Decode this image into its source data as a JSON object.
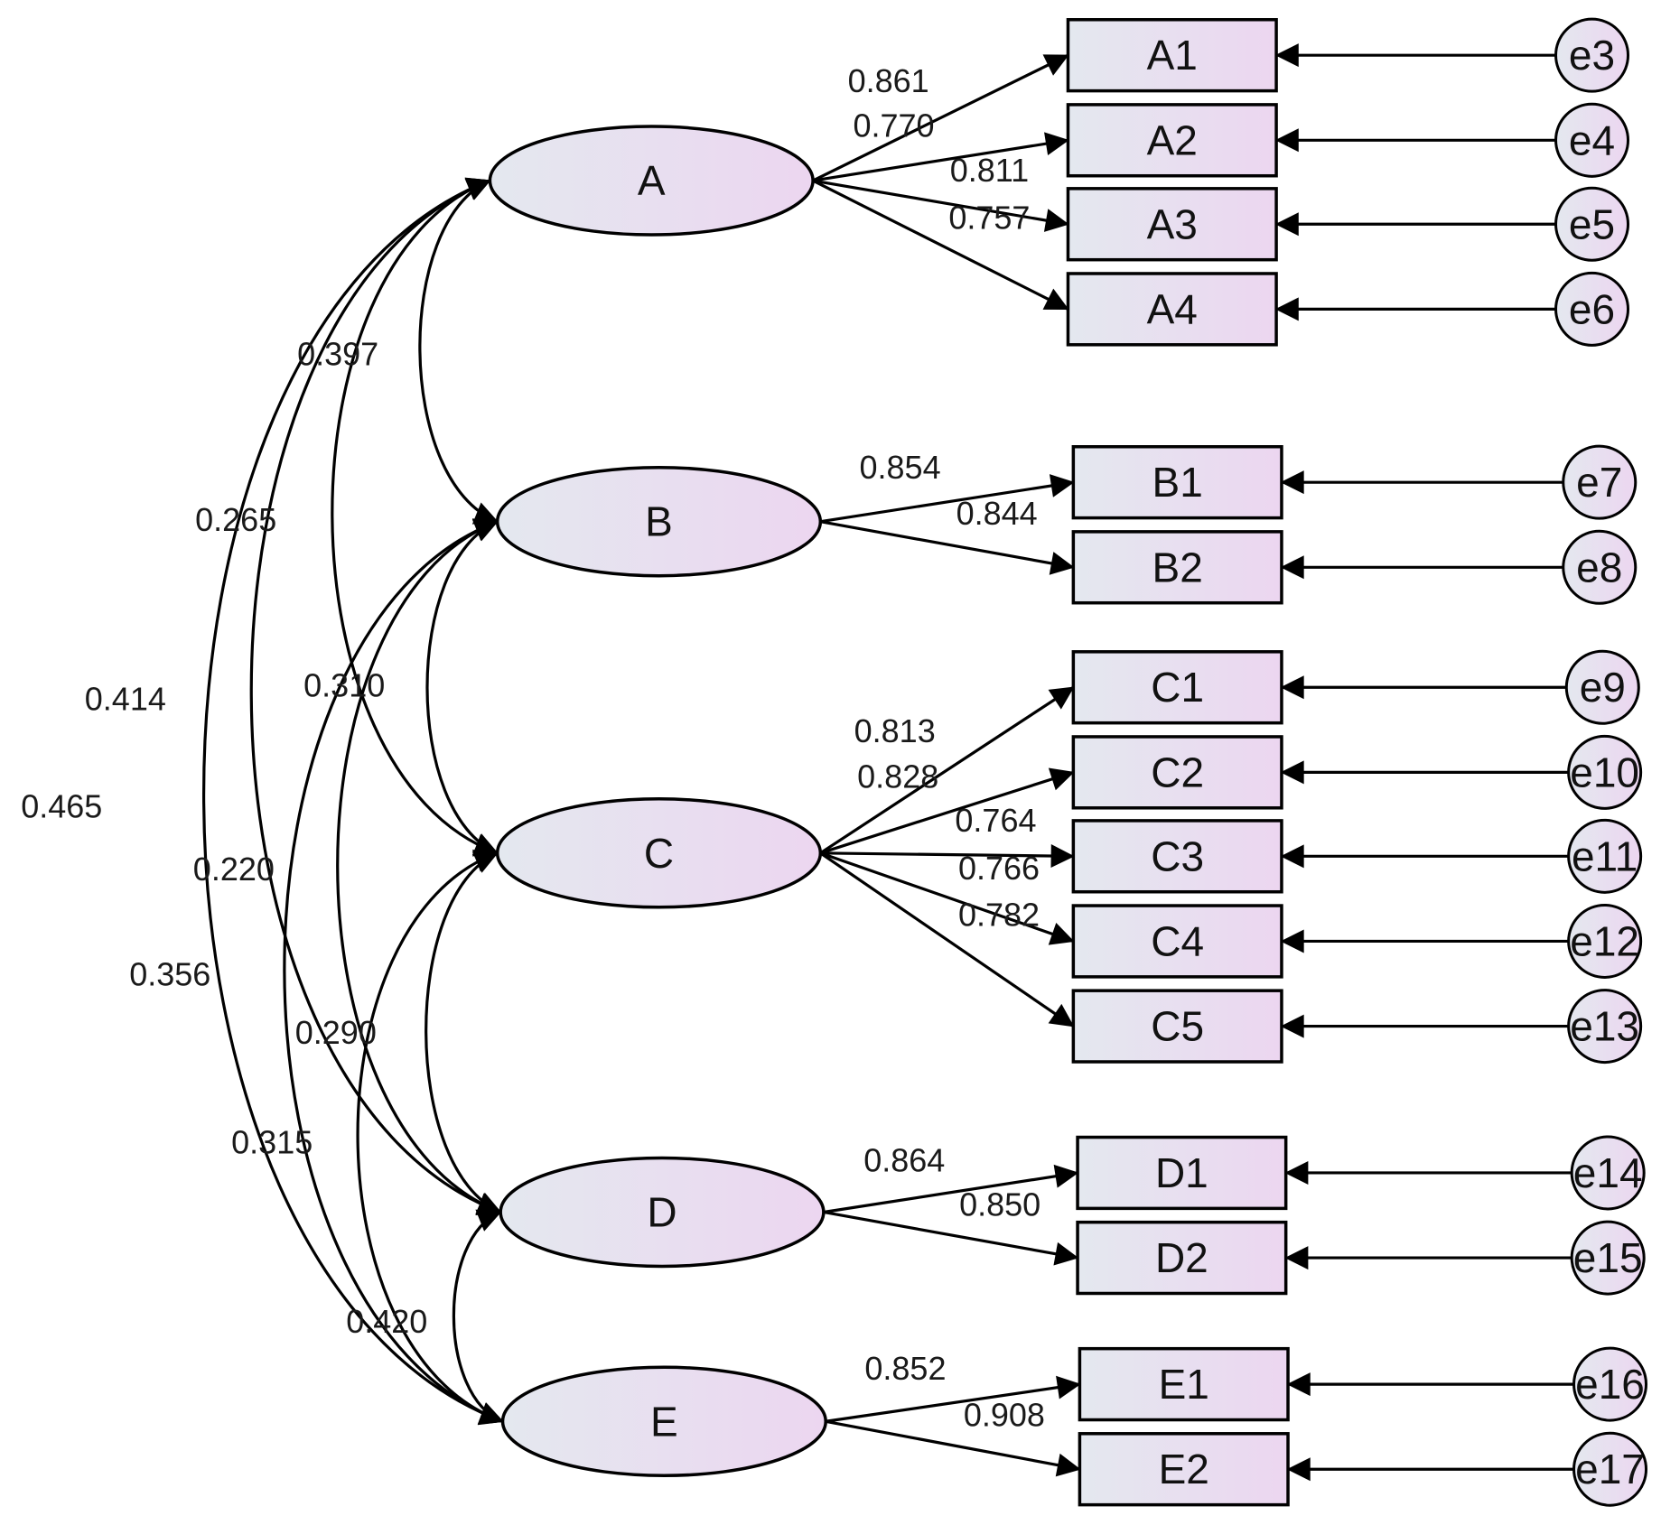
{
  "colors": {
    "grad_start": "#e4e8ef",
    "grad_end": "#ecd6f0",
    "stroke": "#000000",
    "background": "#ffffff"
  },
  "latents": [
    {
      "id": "A",
      "label": "A"
    },
    {
      "id": "B",
      "label": "B"
    },
    {
      "id": "C",
      "label": "C"
    },
    {
      "id": "D",
      "label": "D"
    },
    {
      "id": "E",
      "label": "E"
    }
  ],
  "indicators": [
    {
      "id": "A1",
      "label": "A1",
      "latent": "A",
      "loading": "0.861",
      "error": "e3"
    },
    {
      "id": "A2",
      "label": "A2",
      "latent": "A",
      "loading": "0.770",
      "error": "e4"
    },
    {
      "id": "A3",
      "label": "A3",
      "latent": "A",
      "loading": "0.811",
      "error": "e5"
    },
    {
      "id": "A4",
      "label": "A4",
      "latent": "A",
      "loading": "0.757",
      "error": "e6"
    },
    {
      "id": "B1",
      "label": "B1",
      "latent": "B",
      "loading": "0.854",
      "error": "e7"
    },
    {
      "id": "B2",
      "label": "B2",
      "latent": "B",
      "loading": "0.844",
      "error": "e8"
    },
    {
      "id": "C1",
      "label": "C1",
      "latent": "C",
      "loading": "0.813",
      "error": "e9"
    },
    {
      "id": "C2",
      "label": "C2",
      "latent": "C",
      "loading": "0.828",
      "error": "e10"
    },
    {
      "id": "C3",
      "label": "C3",
      "latent": "C",
      "loading": "0.764",
      "error": "e11"
    },
    {
      "id": "C4",
      "label": "C4",
      "latent": "C",
      "loading": "0.766",
      "error": "e12"
    },
    {
      "id": "C5",
      "label": "C5",
      "latent": "C",
      "loading": "0.782",
      "error": "e13"
    },
    {
      "id": "D1",
      "label": "D1",
      "latent": "D",
      "loading": "0.864",
      "error": "e14"
    },
    {
      "id": "D2",
      "label": "D2",
      "latent": "D",
      "loading": "0.850",
      "error": "e15"
    },
    {
      "id": "E1",
      "label": "E1",
      "latent": "E",
      "loading": "0.852",
      "error": "e16"
    },
    {
      "id": "E2",
      "label": "E2",
      "latent": "E",
      "loading": "0.908",
      "error": "e17"
    }
  ],
  "correlations": [
    {
      "from": "A",
      "to": "B",
      "value": "0.397"
    },
    {
      "from": "A",
      "to": "C",
      "value": "0.265"
    },
    {
      "from": "A",
      "to": "D",
      "value": "0.414"
    },
    {
      "from": "A",
      "to": "E",
      "value": "0.465"
    },
    {
      "from": "B",
      "to": "C",
      "value": "0.310"
    },
    {
      "from": "B",
      "to": "D",
      "value": "0.220"
    },
    {
      "from": "B",
      "to": "E",
      "value": "0.356"
    },
    {
      "from": "C",
      "to": "D",
      "value": "0.290"
    },
    {
      "from": "C",
      "to": "E",
      "value": "0.315"
    },
    {
      "from": "D",
      "to": "E",
      "value": "0.420"
    }
  ]
}
